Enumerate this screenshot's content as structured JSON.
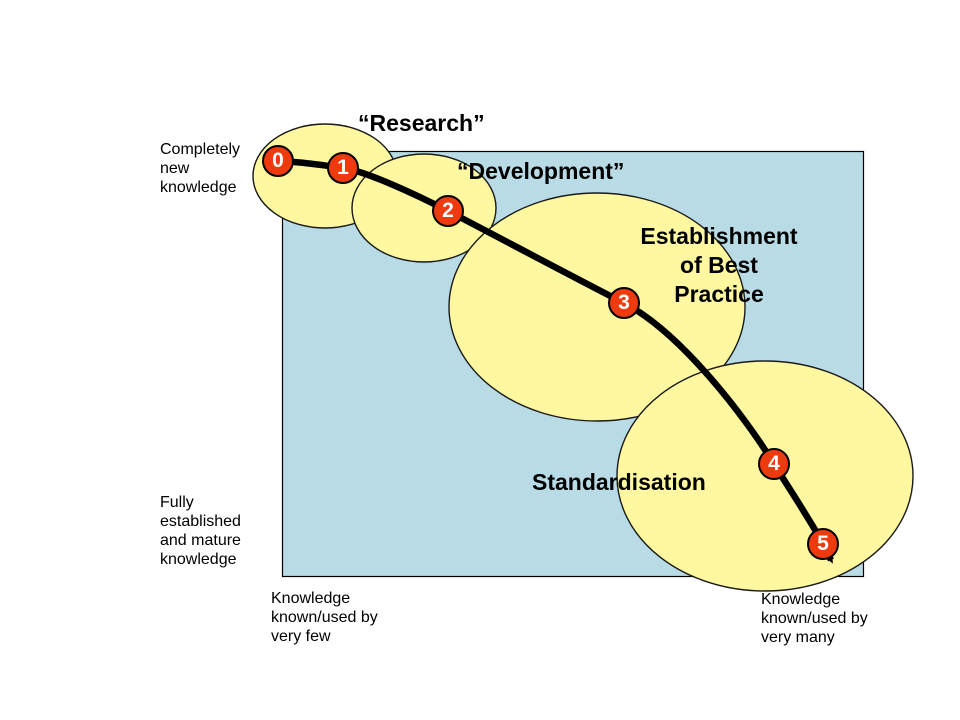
{
  "slide": {
    "phases": {
      "research": "“Research”",
      "development": "“Development”",
      "best_practice": "Establishment\nof Best\nPractice",
      "standardisation": "Standardisation"
    },
    "y_axis": {
      "top": "Completely\nnew\nknowledge",
      "bottom": "Fully\nestablished\nand mature\nknowledge"
    },
    "x_axis": {
      "left": "Knowledge\nknown/used by\nvery few",
      "right": "Knowledge\nknown/used by\nvery many"
    },
    "points": [
      {
        "label": "0"
      },
      {
        "label": "1"
      },
      {
        "label": "2"
      },
      {
        "label": "3"
      },
      {
        "label": "4"
      },
      {
        "label": "5"
      }
    ],
    "colors": {
      "panel_fill": "#b9dbe6",
      "ellipse_fill": "#fff8a0",
      "marker_fill": "#ee3a0c",
      "curve": "#000000"
    }
  }
}
